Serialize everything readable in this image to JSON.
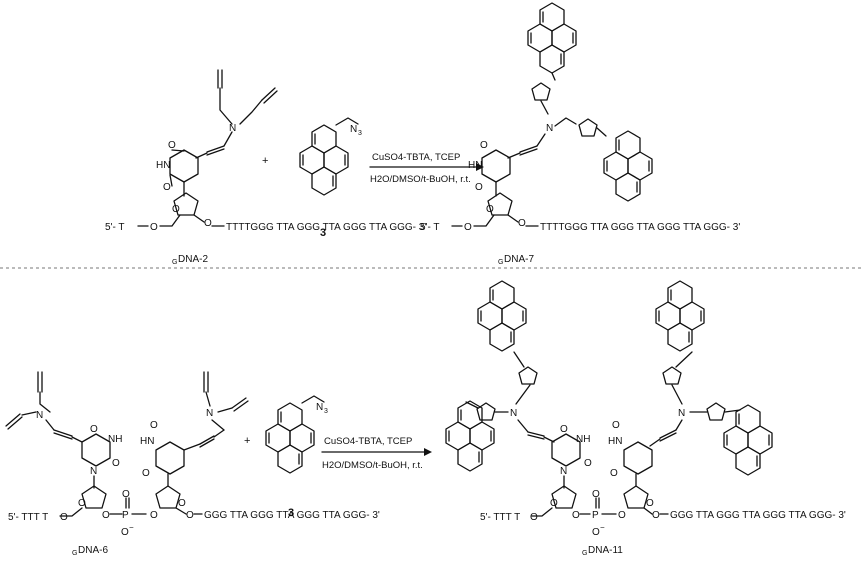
{
  "top": {
    "reactant_label": "GDNA-2",
    "reactant_label_sub": "G",
    "reactant_label_main": "DNA-2",
    "reagent_number": "3",
    "plus": "+",
    "conditions_line1": "CuSO4-TBTA, TCEP",
    "conditions_line2": "H2O/DMSO/t-BuOH, r.t.",
    "product_label_sub": "G",
    "product_label_main": "DNA-7",
    "reactant_sequence": "TTTTGGG TTA GGG TTA GGG TTA GGG- 3'",
    "product_sequence": "TTTTGGG TTA GGG TTA GGG TTA GGG- 3'",
    "five_prime": "5'- T",
    "atom_O": "O",
    "atom_N": "N",
    "atom_HN": "HN",
    "atom_N3": "N",
    "n3_sub": "3"
  },
  "bottom": {
    "reactant_label_sub": "G",
    "reactant_label_main": "DNA-6",
    "reagent_number": "3",
    "plus": "+",
    "conditions_line1": "CuSO4-TBTA, TCEP",
    "conditions_line2": "H2O/DMSO/t-BuOH, r.t.",
    "product_label_sub": "G",
    "product_label_main": "DNA-11",
    "five_prime": "5'- TTT T",
    "reactant_sequence": "GGG TTA GGG TTA GGG TTA GGG- 3'",
    "product_sequence": "GGG TTA GGG TTA GGG TTA GGG- 3'",
    "atom_P": "P",
    "atom_Ominus": "O",
    "minus": "−",
    "atom_NH": "NH"
  }
}
